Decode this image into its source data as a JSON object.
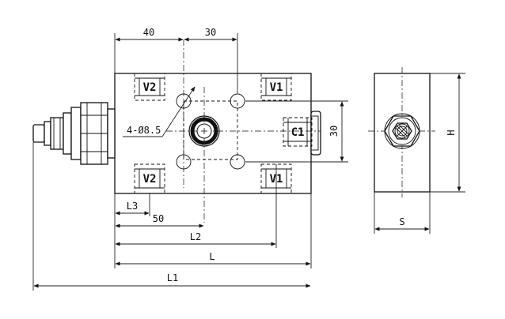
{
  "drawing": {
    "ports": {
      "v2_top": "V2",
      "v1_top": "V1",
      "c1": "C1",
      "v2_bottom": "V2",
      "v1_bottom": "V1"
    },
    "dimensions": {
      "top_left": "40",
      "top_right": "30",
      "hole_spec": "4-Ø8.5",
      "port_spacing": "30",
      "l3": "L3",
      "d50": "50",
      "l2": "L2",
      "l": "L",
      "l1": "L1",
      "h": "H",
      "s": "S"
    }
  }
}
